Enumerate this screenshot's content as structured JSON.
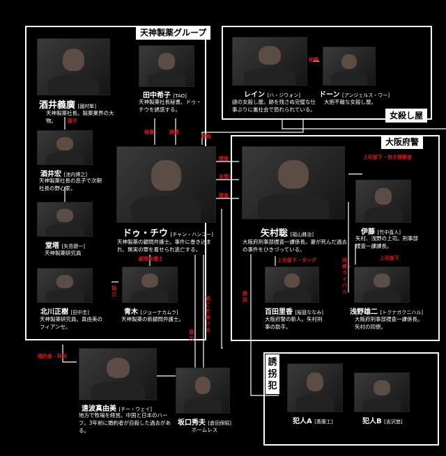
{
  "groups": {
    "tenjin": "天神製薬グループ",
    "killer": "女殺し屋",
    "police": "大阪府警",
    "kidnap": "誘拐犯"
  },
  "people": {
    "sakai_y": {
      "name": "酒井義廣",
      "actor": "[國村隼]",
      "desc": "天神製薬社長。製薬業界の大物。"
    },
    "tanaka": {
      "name": "田中希子",
      "actor": "[TAO]",
      "desc": "天神製薬社長秘書。ドゥ・チウを誘惑する。"
    },
    "sakai_h": {
      "name": "酒井宏",
      "actor": "[池内博之]",
      "desc": "天神製薬社長の息子で次期社長の野心家。"
    },
    "dojo": {
      "name": "堂塔",
      "actor": "[矢島健一]",
      "desc": "天神製薬研究員"
    },
    "kitagawa": {
      "name": "北川正樹",
      "actor": "[田中圭]",
      "desc": "天神製薬研究員。真由美のフィアンセ。"
    },
    "du": {
      "name": "ドゥ・チウ",
      "actor": "[チャン・ハンユー]",
      "desc": "天神製薬の顧問弁護士。事件に巻き込まれ、無実の罪を着せられ逃亡する。"
    },
    "aoki": {
      "name": "青木",
      "actor": "[ジョーナカムラ]",
      "desc": "天神製薬の新顧問弁護士。"
    },
    "tonami": {
      "name": "遠波真由美",
      "actor": "[チー・ウェイ]",
      "desc": "地方で牧場を経営。中国と日本のハーフ。3年前に婚約者が自殺した過去がある。"
    },
    "sakaguchi": {
      "name": "坂口秀夫",
      "actor": "[倉田保昭]",
      "desc": "ホームレス"
    },
    "rain": {
      "name": "レイン",
      "actor": "[ハ・ジウォン]",
      "desc": "謎の女殺し屋。跡を残さぬ完璧な仕事ぶりに裏社会で恐れられている。"
    },
    "dawn": {
      "name": "ドーン",
      "actor": "[アンジェルス・ウー]",
      "desc": "大胆不敵な女殺し屋。"
    },
    "yamura": {
      "name": "矢村聡",
      "actor": "[福山雅治]",
      "desc": "大阪府刑事部捜査一課係長。妻が死んだ過去の事件をひきづっている。"
    },
    "ito": {
      "name": "伊藤",
      "actor": "[竹中直人]",
      "desc": "矢村、浅野の上司。刑事部捜査一課課長。"
    },
    "momota": {
      "name": "百田里香",
      "actor": "[桜庭ななみ]",
      "desc": "大阪府警の新人。矢村刑事の助手。"
    },
    "asano": {
      "name": "浅野雄二",
      "actor": "[トクナガクニハル]",
      "desc": "大阪府刑事部捜査一課係長。矢村の同僚。"
    },
    "kidnapA": {
      "name": "犯人A",
      "actor": "[斎藤工]",
      "desc": ""
    },
    "kidnapB": {
      "name": "犯人B",
      "actor": "[吉沢悠]",
      "desc": ""
    }
  },
  "relations": {
    "oyako": "親子",
    "aibou": "相棒",
    "hisho": "秘書",
    "yuwaku": "誘惑",
    "ansatsu": "暗殺",
    "sousa": "捜査",
    "yuujou": "友情?",
    "sousa2": "捜査",
    "joushi_ito": "上司部下・良き理解者",
    "joushi_momo": "上司部下・タッグ",
    "joushi_asano": "上司部下",
    "doryou": "同僚・ライバル",
    "kyouryoku": "協力",
    "kaikohou": "顧問弁護士",
    "engo": "逃亡を助ける",
    "kyoumei": "協力",
    "konyaku": "婚約者・死別",
    "yuukai": "誘拐"
  }
}
